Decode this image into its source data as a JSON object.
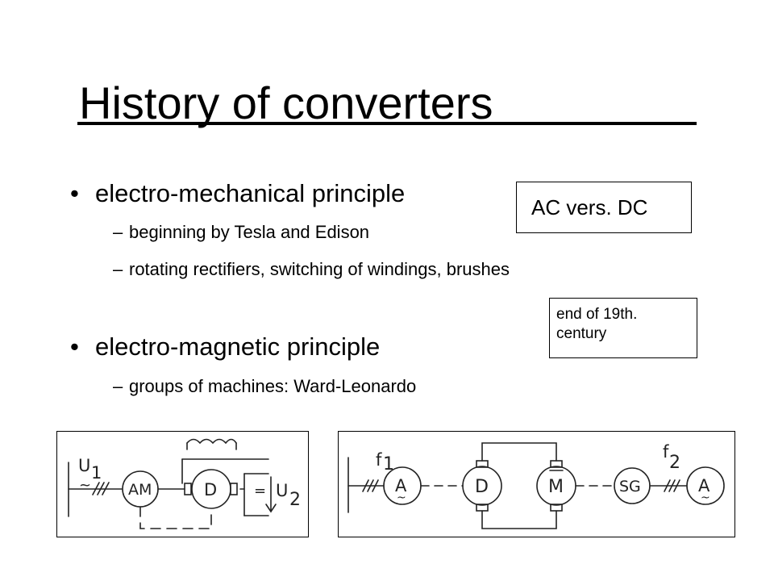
{
  "title": "History of converters",
  "bullets": [
    {
      "marker": "•",
      "text": "electro-mechanical principle"
    },
    {
      "marker": "–",
      "text": "beginning by Tesla and Edison"
    },
    {
      "marker": "–",
      "text": "rotating rectifiers, switching of windings, brushes"
    },
    {
      "marker": "•",
      "text": "electro-magnetic principle"
    },
    {
      "marker": "–",
      "text": "groups of machines: Ward-Leonardo"
    }
  ],
  "callouts": {
    "ac_dc": "AC vers. DC",
    "period_line1": "end of 19th.",
    "period_line2": "century"
  },
  "diagram_left": {
    "u1": "U",
    "u1_sub": "1",
    "tilde": "~",
    "am": "AM",
    "d": "D",
    "equals": "=",
    "u2": "U",
    "u2_sub": "2"
  },
  "diagram_right": {
    "f1": "f",
    "f1_sub": "1",
    "a_left": "A",
    "d": "D",
    "m": "M",
    "sg": "SG",
    "f2": "f",
    "f2_sub": "2",
    "a_right": "A"
  }
}
